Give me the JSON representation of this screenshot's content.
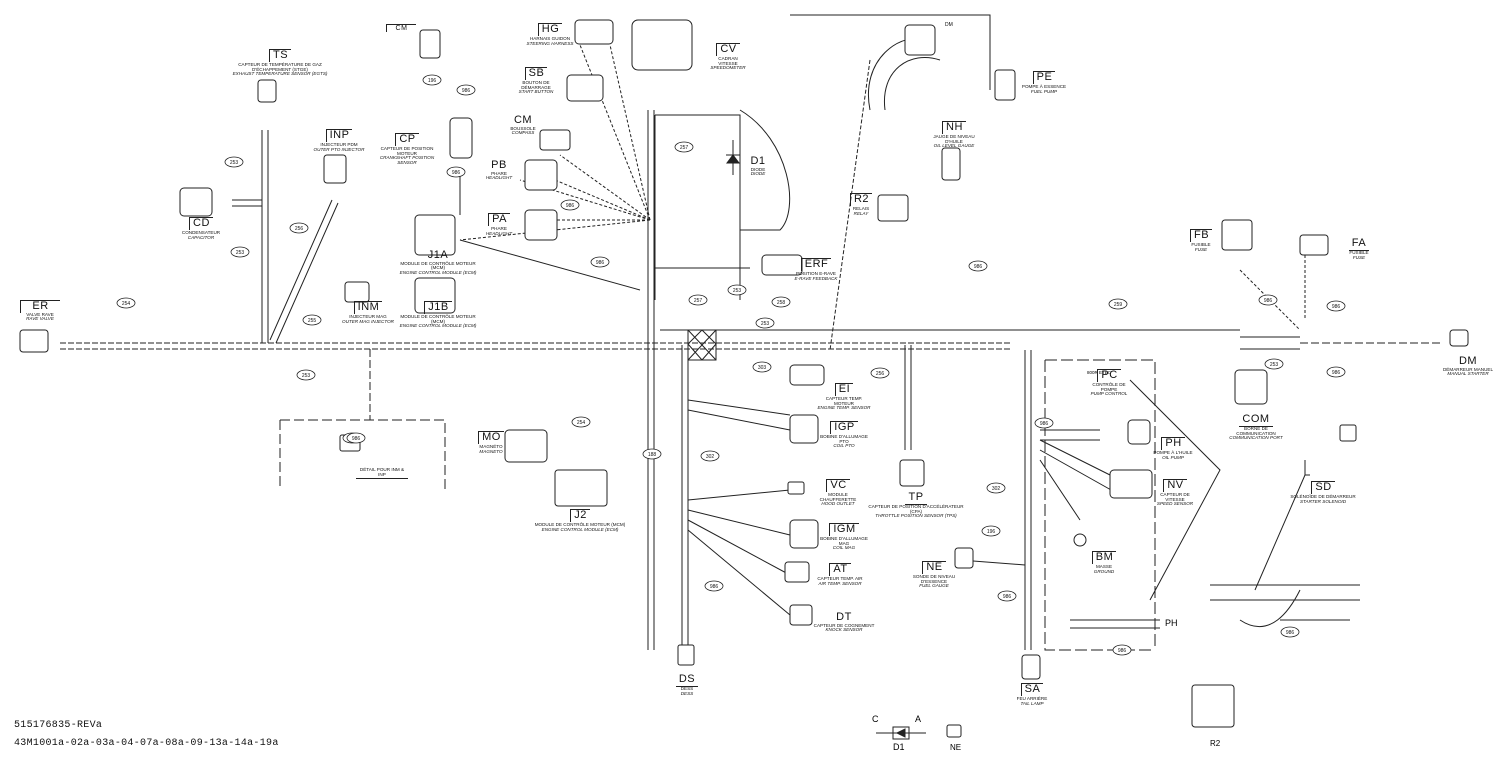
{
  "components": {
    "ER": {
      "code": "ER",
      "fr": "VALVE RAVE",
      "en": "RAVE VALVE"
    },
    "TS": {
      "code": "TS",
      "fr": "CAPTEUR DE TEMPÉRATURE DE GAZ D'ÉCHAPPEMENT (STGE)",
      "en": "EXHAUST TEMPERATURE SENSOR (EGTS)"
    },
    "CM_top": {
      "code": "CM"
    },
    "HG": {
      "code": "HG",
      "fr": "HARNAIS GUIDON",
      "en": "STEERING HARNESS"
    },
    "CV": {
      "code": "CV",
      "fr": "CADRAN VITESSE",
      "en": "SPEEDOMETER"
    },
    "SB": {
      "code": "SB",
      "fr": "BOUTON DE DÉMARRAGE",
      "en": "START BUTTON"
    },
    "CM": {
      "code": "CM",
      "fr": "BOUSSOLE",
      "en": "COMPASS"
    },
    "INP": {
      "code": "INP",
      "fr": "INJECTEUR PDM",
      "en": "OUTER PTO INJECTOR"
    },
    "CP": {
      "code": "CP",
      "fr": "CAPTEUR DE POSITION MOTEUR",
      "en": "CRANKSHAFT POSITION SENSOR"
    },
    "PB": {
      "code": "PB",
      "fr": "PHARE",
      "en": "HEADLIGHT"
    },
    "PA": {
      "code": "PA",
      "fr": "PHARE",
      "en": "HEADLIGHT"
    },
    "D1": {
      "code": "D1",
      "fr": "DIODE",
      "en": "DIODE"
    },
    "CD": {
      "code": "CD",
      "fr": "CONDENSATEUR",
      "en": "CAPACITOR"
    },
    "J1A": {
      "code": "J1A",
      "fr": "MODULE DE CONTRÔLE MOTEUR (MCM)",
      "en": "ENGINE CONTROL MODULE (ECM)"
    },
    "J1B": {
      "code": "J1B",
      "fr": "MODULE DE CONTRÔLE MOTEUR (MCM)",
      "en": "ENGINE CONTROL MODULE (ECM)"
    },
    "INM": {
      "code": "INM",
      "fr": "INJECTEUR MAG",
      "en": "OUTER MAG INJECTOR"
    },
    "ERF": {
      "code": "ERF",
      "fr": "POSITION E-RAVE",
      "en": "E-RAVE FEEDBACK"
    },
    "PE": {
      "code": "PE",
      "fr": "POMPE À ESSENCE",
      "en": "FUEL PUMP"
    },
    "NH": {
      "code": "NH",
      "fr": "JAUGE DE NIVEAU D'HUILE",
      "en": "OIL LEVEL GAUGE"
    },
    "R2": {
      "code": "R2",
      "fr": "RELAIS",
      "en": "RELAY"
    },
    "FB": {
      "code": "FB",
      "fr": "FUSIBLE",
      "en": "FUSE"
    },
    "FA": {
      "code": "FA",
      "fr": "FUSIBLE",
      "en": "FUSE"
    },
    "DM": {
      "code": "DM",
      "fr": "DÉMARREUR MANUEL",
      "en": "MANUAL STARTER"
    },
    "MO": {
      "code": "MO",
      "fr": "MAGNÉTO",
      "en": "MAGNETO"
    },
    "J2": {
      "code": "J2",
      "fr": "MODULE DE CONTRÔLE MOTEUR (MCM)",
      "en": "ENGINE CONTROL MODULE (ECM)"
    },
    "EI": {
      "code": "EI",
      "fr": "CAPTEUR TEMP. MOTEUR",
      "en": "ENGINE TEMP. SENSOR"
    },
    "IGP": {
      "code": "IGP",
      "fr": "BOBINE D'ALLUMAGE PTO",
      "en": "COIL PTO"
    },
    "VC": {
      "code": "VC",
      "fr": "MODULE CHAUFFERETTE",
      "en": "HOOD OUTLET"
    },
    "IGM": {
      "code": "IGM",
      "fr": "BOBINE D'ALLUMAGE MAG",
      "en": "COIL MAG"
    },
    "AT": {
      "code": "AT",
      "fr": "CAPTEUR TEMP. AIR",
      "en": "AIR TEMP. SENSOR"
    },
    "DT": {
      "code": "DT",
      "fr": "CAPTEUR DE COGNEMENT",
      "en": "KNOCK SENSOR"
    },
    "DS": {
      "code": "DS",
      "fr": "DESS",
      "en": "DESS"
    },
    "TP": {
      "code": "TP",
      "fr": "CAPTEUR DE POSITION D'ACCÉLÉRATEUR (CPA)",
      "en": "THROTTLE POSITION SENSOR (TPS)"
    },
    "NE": {
      "code": "NE",
      "fr": "SONDE DE NIVEAU D'ESSENCE",
      "en": "FUEL GAUGE"
    },
    "SA": {
      "code": "SA",
      "fr": "FEU ARRIÈRE",
      "en": "TAIL LAMP"
    },
    "PC": {
      "code": "PC",
      "fr": "CONTRÔLE DE POMPE",
      "en": "PUMP CONTROL"
    },
    "PH": {
      "code": "PH",
      "fr": "POMPE À L'HUILE",
      "en": "OIL PUMP"
    },
    "NV": {
      "code": "NV",
      "fr": "CAPTEUR DE VITESSE",
      "en": "SPEED SENSOR"
    },
    "BM": {
      "code": "BM",
      "fr": "MASSE",
      "en": "GROUND"
    },
    "COM": {
      "code": "COM",
      "fr": "BORNE DE COMMUNICATION",
      "en": "COMMUNICATION PORT"
    },
    "SD": {
      "code": "SD",
      "fr": "SOLÉNOÏDE DE DÉMARREUR",
      "en": "STARTER SOLENOID"
    }
  },
  "notes": {
    "detail_box": "DÉTAIL POUR INM & INP",
    "pc_extra": "800R ETEC",
    "dm_tag": "DM"
  },
  "wire_tags": [
    "196",
    "253",
    "253",
    "254",
    "255",
    "253",
    "256",
    "257",
    "257",
    "253",
    "258",
    "253",
    "259",
    "986",
    "986",
    "986",
    "986",
    "986",
    "986",
    "303",
    "254",
    "253",
    "253",
    "188",
    "302",
    "302",
    "196",
    "986",
    "986",
    "986",
    "986",
    "986",
    "986",
    "986",
    "256",
    "986"
  ],
  "inset": {
    "cathode": "C",
    "anode": "A",
    "d1": "D1",
    "ne": "NE",
    "r2": "R2",
    "ph": "PH"
  },
  "footer": {
    "part_number": "515176835-REVa",
    "figure_ids": "43M1001a-02a-03a-04-07a-08a-09-13a-14a-19a"
  }
}
